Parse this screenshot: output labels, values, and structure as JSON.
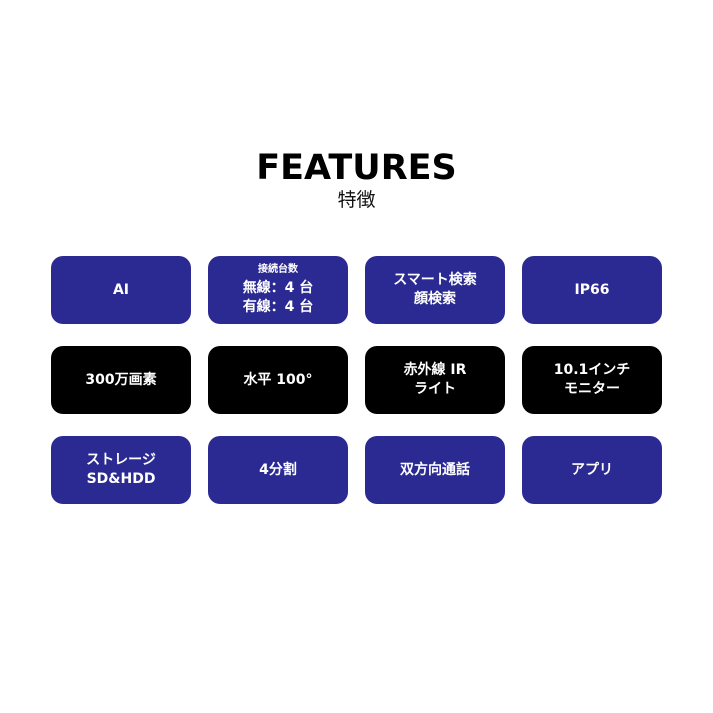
{
  "header": {
    "title": "FEATURES",
    "subtitle": "特徴"
  },
  "colors": {
    "blue": "#2b2a92",
    "black": "#000000",
    "text": "#ffffff"
  },
  "tiles": [
    {
      "style": "blue",
      "lines": [
        "AI"
      ]
    },
    {
      "style": "blue",
      "heading": "接続台数",
      "lines": [
        "無線：4 台",
        "有線：4 台"
      ]
    },
    {
      "style": "blue",
      "lines": [
        "スマート検索",
        "顔検索"
      ]
    },
    {
      "style": "blue",
      "lines": [
        "IP66"
      ]
    },
    {
      "style": "black",
      "lines": [
        "300万画素"
      ]
    },
    {
      "style": "black",
      "lines": [
        "水平 100°"
      ]
    },
    {
      "style": "black",
      "lines": [
        "赤外線 IR",
        "ライト"
      ]
    },
    {
      "style": "black",
      "lines": [
        "10.1インチ",
        "モニター"
      ]
    },
    {
      "style": "blue",
      "lines": [
        "ストレージ",
        "SD&HDD"
      ]
    },
    {
      "style": "blue",
      "lines": [
        "4分割"
      ]
    },
    {
      "style": "blue",
      "lines": [
        "双方向通話"
      ]
    },
    {
      "style": "blue",
      "lines": [
        "アプリ"
      ]
    }
  ]
}
